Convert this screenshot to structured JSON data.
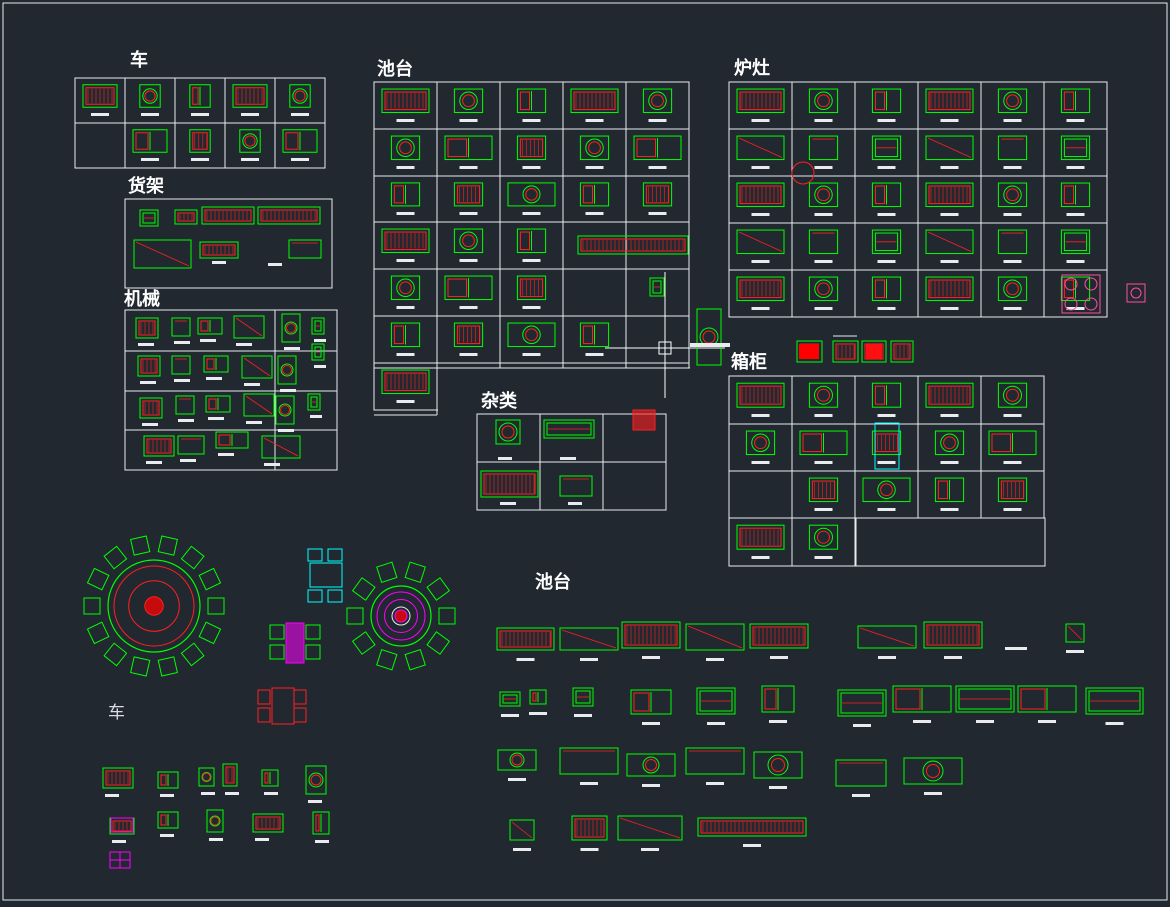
{
  "colors": {
    "background": "#212830",
    "frame": "#e8ecef",
    "symbol": "#00ff00",
    "detail": "#ff2020",
    "accent_cyan": "#00ffff",
    "accent_magenta": "#ff00ff",
    "accent_pink": "#ff4fa0",
    "crosshair": "#ffffff"
  },
  "sections": {
    "vehicles_top": "车",
    "shelves": "货架",
    "machinery": "机械",
    "sinks_top": "池台",
    "stoves": "炉灶",
    "misc": "杂类",
    "cabinets": "箱柜",
    "sinks_bottom": "池台",
    "vehicles_bottom": "车"
  },
  "icons": {
    "round_table_large": "round-dining-table-icon",
    "round_table_small": "round-dining-table-icon",
    "square_table": "four-seat-table-icon",
    "crosshair": "crosshair-cursor-icon",
    "gas_burner": "gas-burner-icon"
  }
}
